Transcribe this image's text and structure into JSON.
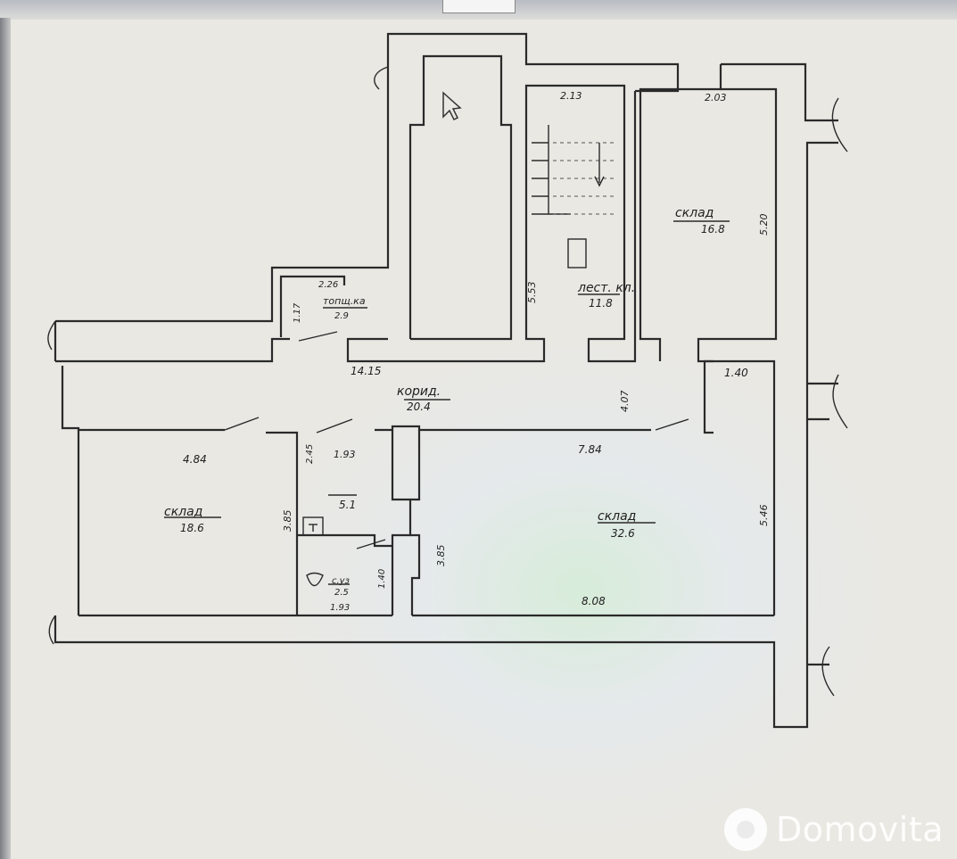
{
  "rooms": {
    "stair": {
      "title": "лест. кл.",
      "area": "11.8",
      "dim_top": "2.13",
      "dim_side": "5.53"
    },
    "boiler": {
      "title": "топщ.ка",
      "area": "2.9",
      "dim_top": "2.26",
      "dim_side": "1.17"
    },
    "store_top_right": {
      "title": "склад",
      "area": "16.8",
      "dim_top": "2.03",
      "dim_side": "5.20"
    },
    "corridor": {
      "title": "корид.",
      "area": "20.4",
      "dim_len": "14.15",
      "dim_side": "4.07"
    },
    "store_left": {
      "title": "склад",
      "area": "18.6",
      "dim_top": "4.84",
      "dim_side": "3.85"
    },
    "small_room": {
      "area": "5.1",
      "dim_top": "1.93",
      "dim_side": "2.45"
    },
    "wc": {
      "title": "с.уз",
      "area": "2.5",
      "dim_bottom": "1.93",
      "dim_side": "1.40"
    },
    "store_main": {
      "title": "склад",
      "area": "32.6",
      "dim_top": "7.84",
      "dim_bottom": "8.08",
      "dim_side_right": "5.46",
      "dim_side_left": "3.85"
    },
    "niche": {
      "dim": "1.40"
    }
  },
  "watermark": {
    "brand": "Domovita"
  },
  "colors": {
    "line": "#2a2a2a",
    "paper": "#e9e8e3"
  }
}
